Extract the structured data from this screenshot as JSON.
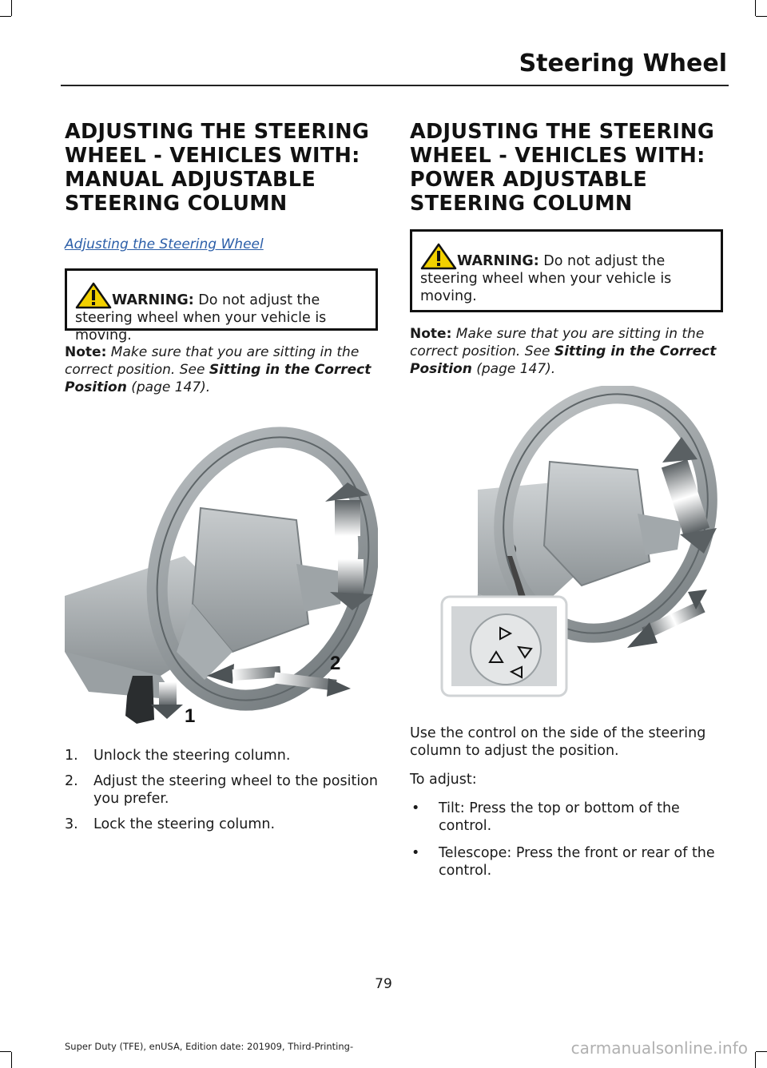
{
  "header": {
    "title": "Steering Wheel"
  },
  "left": {
    "heading": [
      "ADJUSTING THE STEERING",
      "WHEEL - VEHICLES WITH:",
      "MANUAL ADJUSTABLE",
      "STEERING COLUMN"
    ],
    "link": "Adjusting the Steering Wheel",
    "warning": {
      "label": "WARNING:",
      "text": " Do not adjust the steering wheel when your vehicle is moving."
    },
    "note": {
      "lead": "Note:",
      "text": "  Make sure that you are sitting in the correct position.  See ",
      "xref": "Sitting in the Correct Position",
      "page": " (page 147)."
    },
    "figure": {
      "callout_1": "1",
      "callout_2": "2"
    },
    "steps": [
      {
        "num": "1.",
        "text": "Unlock the steering column."
      },
      {
        "num": "2.",
        "text": "Adjust the steering wheel to the position you prefer."
      },
      {
        "num": "3.",
        "text": "Lock the steering column."
      }
    ]
  },
  "right": {
    "heading": [
      "ADJUSTING THE STEERING",
      "WHEEL - VEHICLES WITH:",
      "POWER ADJUSTABLE",
      "STEERING COLUMN"
    ],
    "warning": {
      "label": "WARNING:",
      "text": " Do not adjust the steering wheel when your vehicle is moving."
    },
    "note": {
      "lead": "Note:",
      "text": "  Make sure that you are sitting in the correct position.  See ",
      "xref": "Sitting in the Correct Position",
      "page": " (page 147)."
    },
    "intro": "Use the control on the side of the steering column to adjust the position.",
    "to_adjust": "To adjust:",
    "bullets": [
      {
        "dot": "•",
        "text": "Tilt: Press the top or bottom of the control."
      },
      {
        "dot": "•",
        "text": "Telescope: Press the front or rear of the control."
      }
    ]
  },
  "page_number": "79",
  "footer": "Super Duty (TFE), enUSA, Edition date: 201909, Third-Printing-",
  "watermark": "carmanualsonline.info",
  "colors": {
    "link": "#2b5ea8",
    "warning_yellow": "#f2d000"
  }
}
